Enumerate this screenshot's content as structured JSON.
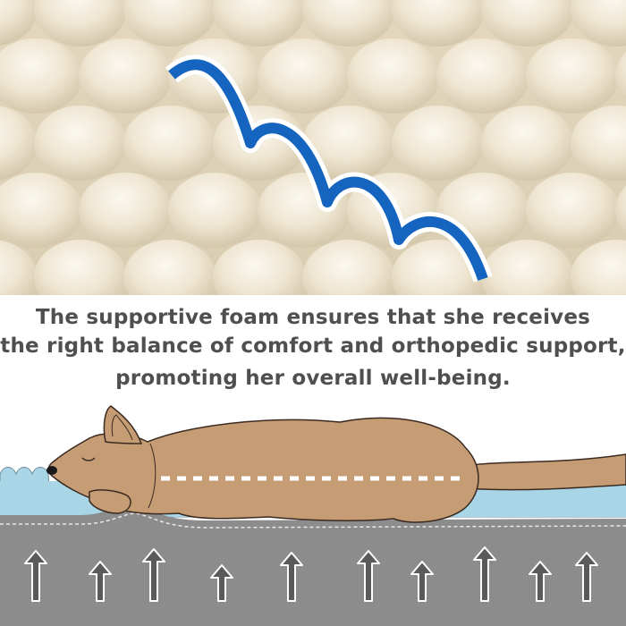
{
  "caption": {
    "line1": "The supportive foam ensures that she receives",
    "line2": "the right balance of comfort and orthopedic support,",
    "line3": "promoting her overall well-being."
  },
  "icons": {
    "wave": "zigzag-wave-icon",
    "dog": "dog-lying-icon",
    "arrow": "up-arrow-icon"
  },
  "colors": {
    "foam": "#ebe2cd",
    "wave": "#1565c0",
    "dog": "#c69c74",
    "mattress": "#8c8c8c",
    "cushion": "#a9d6e7",
    "text": "#4f4f4f"
  }
}
